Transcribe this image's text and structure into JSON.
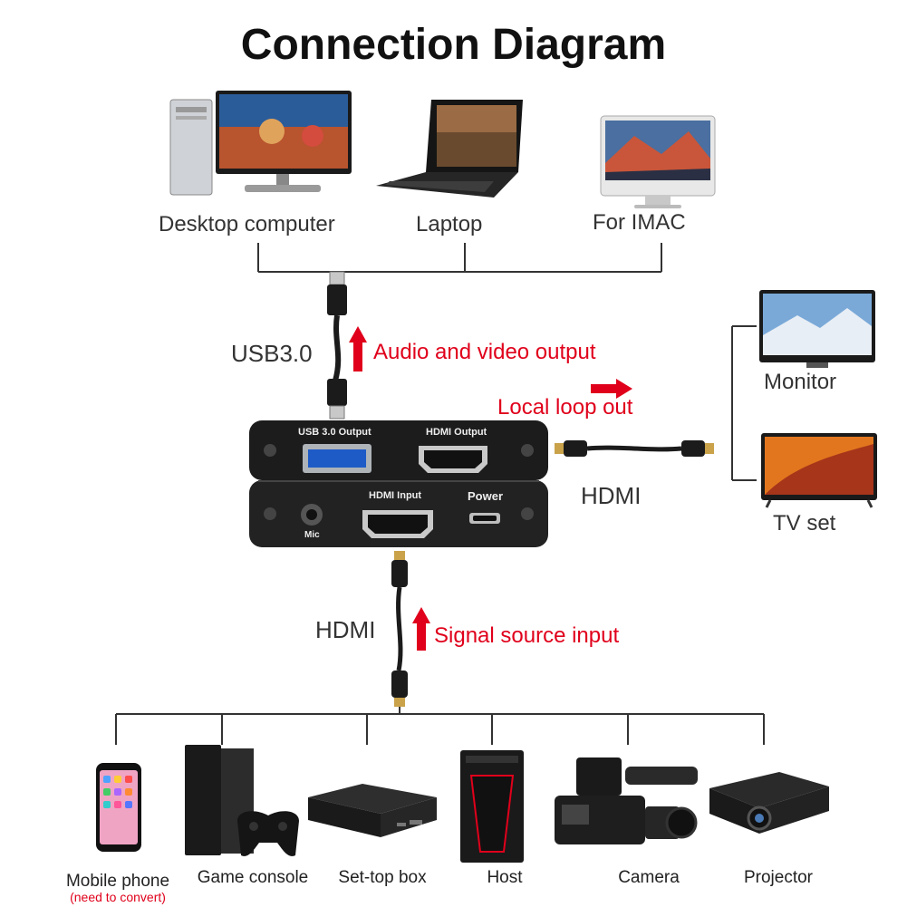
{
  "title": "Connection Diagram",
  "top_devices": [
    "Desktop computer",
    "Laptop",
    "For IMAC"
  ],
  "cable_top": {
    "name": "USB3.0",
    "arrow_label": "Audio and video output"
  },
  "loop_out": {
    "arrow_label": "Local loop out",
    "cable_name": "HDMI",
    "devices": [
      "Monitor",
      "TV set"
    ]
  },
  "device_ports": {
    "usb_output": "USB 3.0 Output",
    "hdmi_output": "HDMI Output",
    "hdmi_input": "HDMI Input",
    "power": "Power",
    "mic": "Mic"
  },
  "cable_bottom": {
    "name": "HDMI",
    "arrow_label": "Signal source input"
  },
  "bottom_devices": [
    {
      "label": "Mobile phone",
      "note": "(need to convert)"
    },
    {
      "label": "Game console"
    },
    {
      "label": "Set-top box"
    },
    {
      "label": "Host"
    },
    {
      "label": "Camera"
    },
    {
      "label": "Projector"
    }
  ],
  "colors": {
    "accent": "#e0001b",
    "device": "#1c1c1c",
    "line": "#333333"
  }
}
